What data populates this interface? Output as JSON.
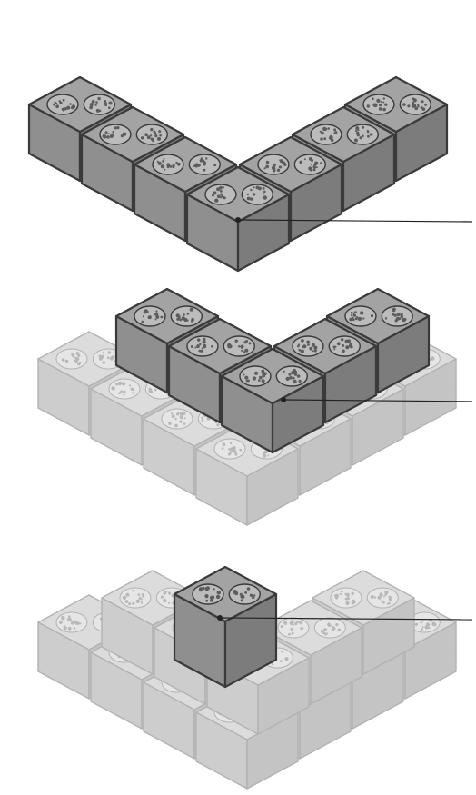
{
  "figure": {
    "colors": {
      "background": "#ffffff",
      "active_top": "#a3a3a3",
      "active_left": "#8f8f8f",
      "active_right": "#7c7c7c",
      "active_stroke": "#3a3a3a",
      "faded_top": "#dcdcdc",
      "faded_left": "#cdcdcd",
      "faded_right": "#c4c4c4",
      "faded_stroke": "#b2b2b2",
      "core_fill": "#bcbcbc",
      "pebble": "#5c5c5c",
      "leader_line": "#222222"
    },
    "stages": [
      {
        "stage": 1,
        "description_label": "",
        "courses_below": 0
      },
      {
        "stage": 2,
        "description_label": "",
        "courses_below": 1
      },
      {
        "stage": 3,
        "description_label": "",
        "courses_below": 2
      }
    ]
  }
}
